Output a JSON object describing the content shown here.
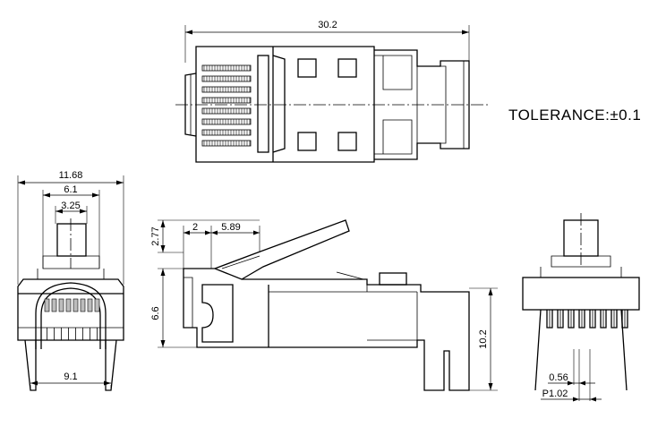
{
  "dimensions": {
    "top_length": "30.2",
    "front_width_overall": "11.68",
    "front_width_inner": "6.1",
    "front_width_latch": "3.25",
    "front_width_bottom": "9.1",
    "side_latch_height": "2.77",
    "side_latch_offset": "2",
    "side_latch_length": "5.89",
    "side_body_height": "6.6",
    "side_total_height": "10.2",
    "rear_pin_width": "0.56",
    "rear_pin_pitch": "P1.02"
  },
  "tolerance_note": "TOLERANCE:±0.1",
  "colors": {
    "line": "#000000",
    "background": "#ffffff",
    "fill_gray": "#bdbdbd"
  }
}
